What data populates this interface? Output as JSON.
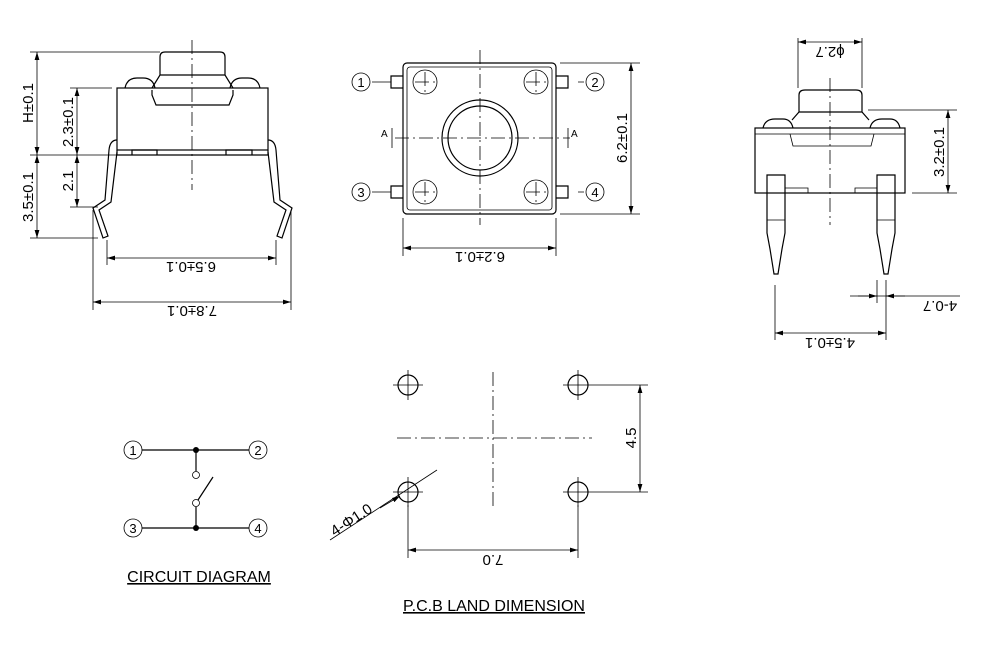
{
  "side_view": {
    "dims": {
      "h": "H±0.1",
      "body": "2.3±0.1",
      "lead_bend": "2.1",
      "lead": "3.5±0.1",
      "inner_span": "6.5±0.1",
      "outer_span": "7.8±0.1"
    }
  },
  "top_view": {
    "pins": [
      "1",
      "2",
      "3",
      "4"
    ],
    "section_mark": "A",
    "dims": {
      "height": "6.2±0.1",
      "width": "6.2±0.1"
    }
  },
  "front_view": {
    "dims": {
      "button_dia": "ϕ2.7",
      "height": "3.2±0.1",
      "pin_width": "4-0.7",
      "pin_pitch": "4.5±0.1"
    }
  },
  "circuit": {
    "pins": [
      "1",
      "2",
      "3",
      "4"
    ],
    "title": "CIRCUIT DIAGRAM"
  },
  "pcb": {
    "dims": {
      "pitch_y": "4.5",
      "pitch_x": "7.0",
      "holes": "4-Φ1.0"
    },
    "title": "P.C.B LAND DIMENSION"
  }
}
